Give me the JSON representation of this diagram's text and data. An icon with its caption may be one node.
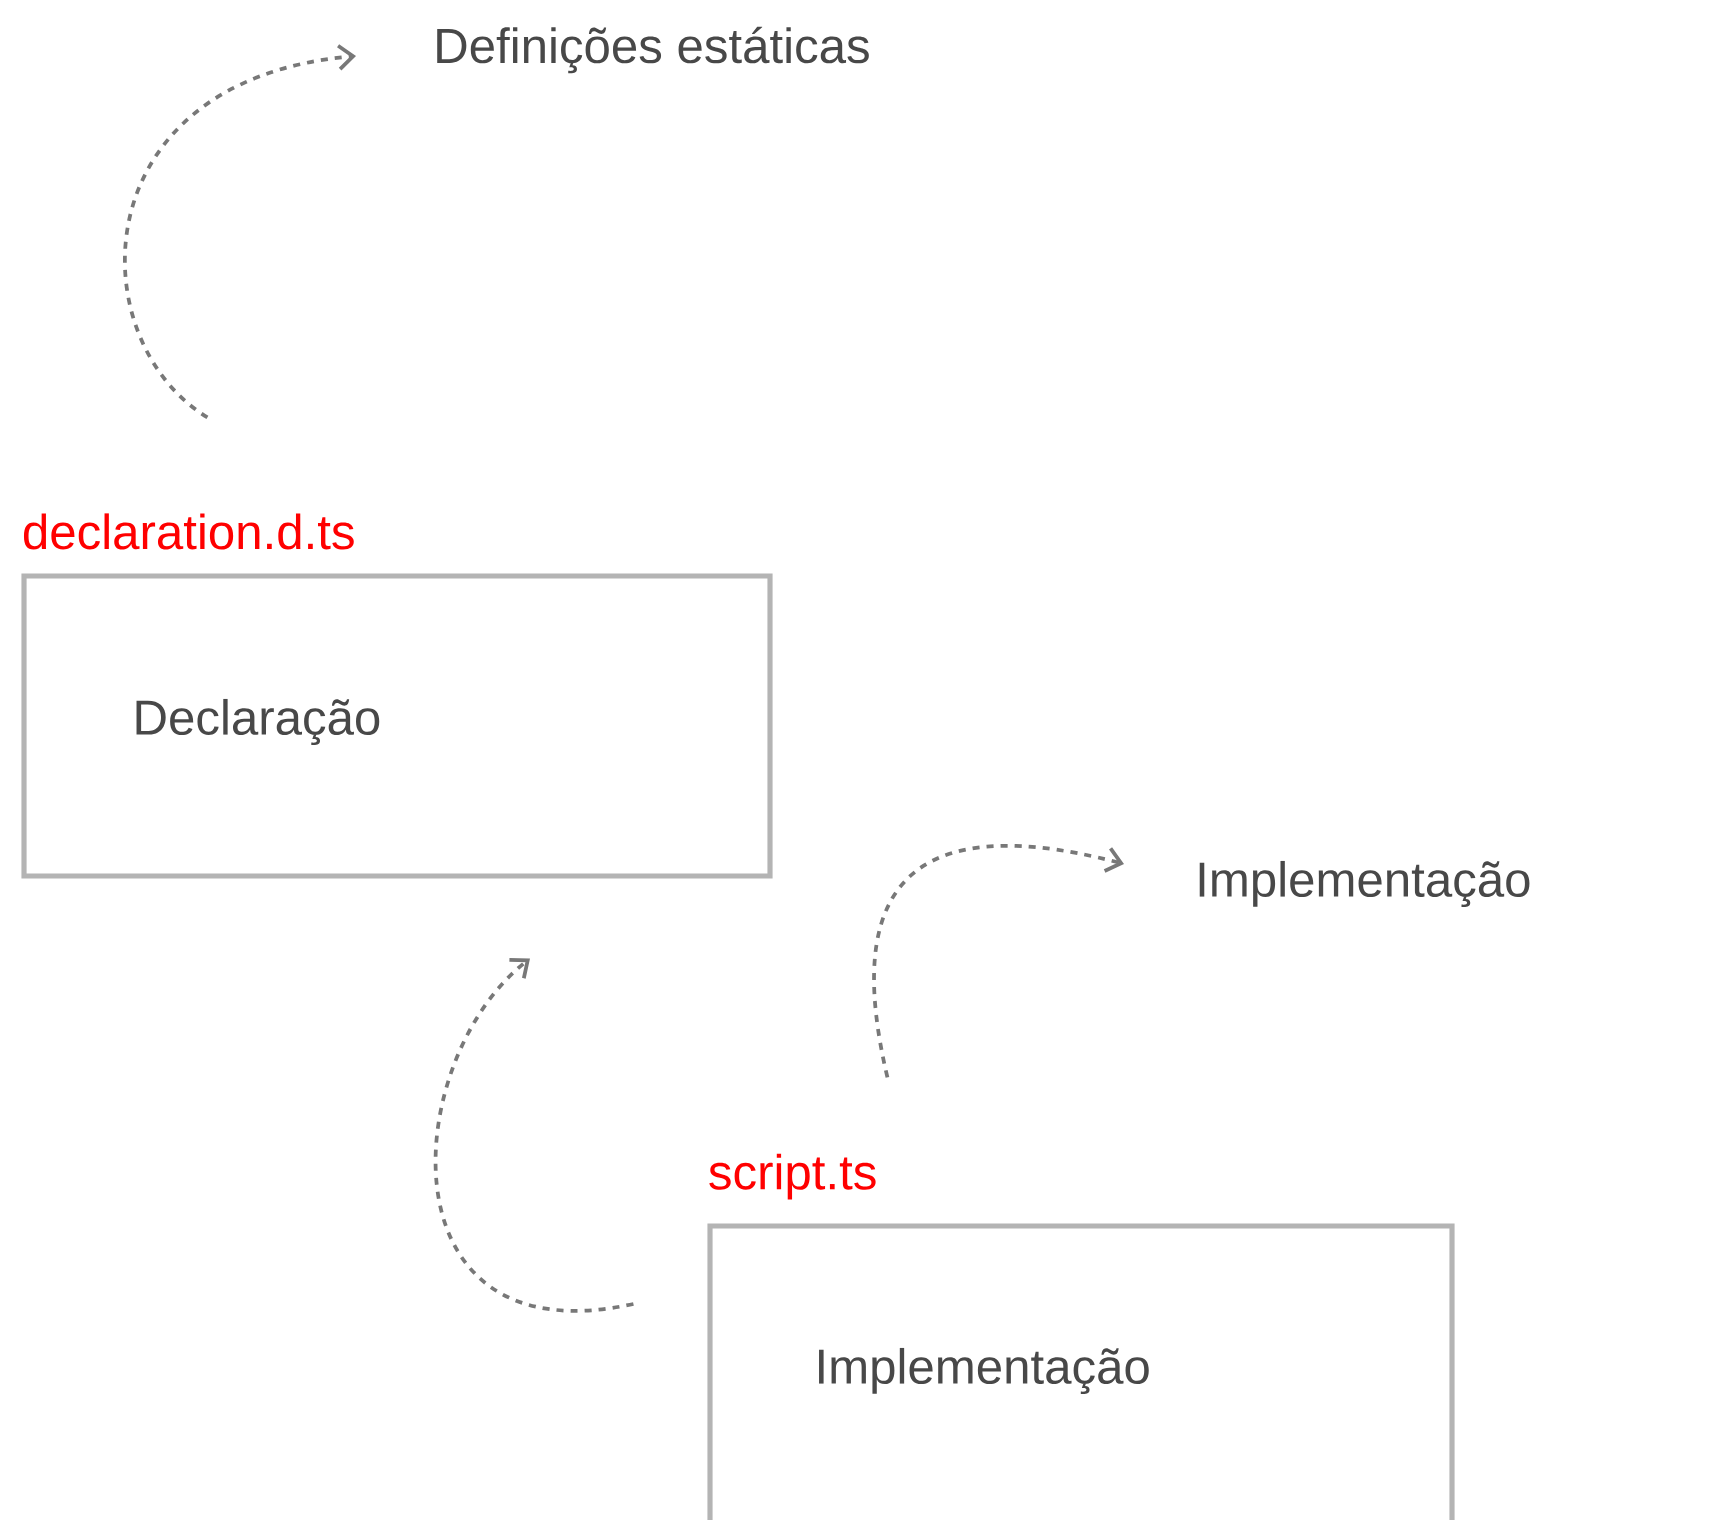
{
  "diagram": {
    "nodes": [
      {
        "text": [
          "declaration.d.ts",
          "Declaração"
        ]
      },
      {
        "text": [
          "script.ts",
          "Implementação"
        ]
      },
      {
        "text": [
          "Definições estáticas"
        ]
      },
      {
        "text": [
          "Implementação"
        ]
      }
    ],
    "edges": [
      {
        "from": 0,
        "to": 2,
        "arrow": "to",
        "style": "dashed"
      },
      {
        "from": 1,
        "to": 0,
        "arrow": "to",
        "style": "dashed"
      },
      {
        "from": 1,
        "to": 3,
        "arrow": "to",
        "style": "dashed"
      }
    ]
  }
}
